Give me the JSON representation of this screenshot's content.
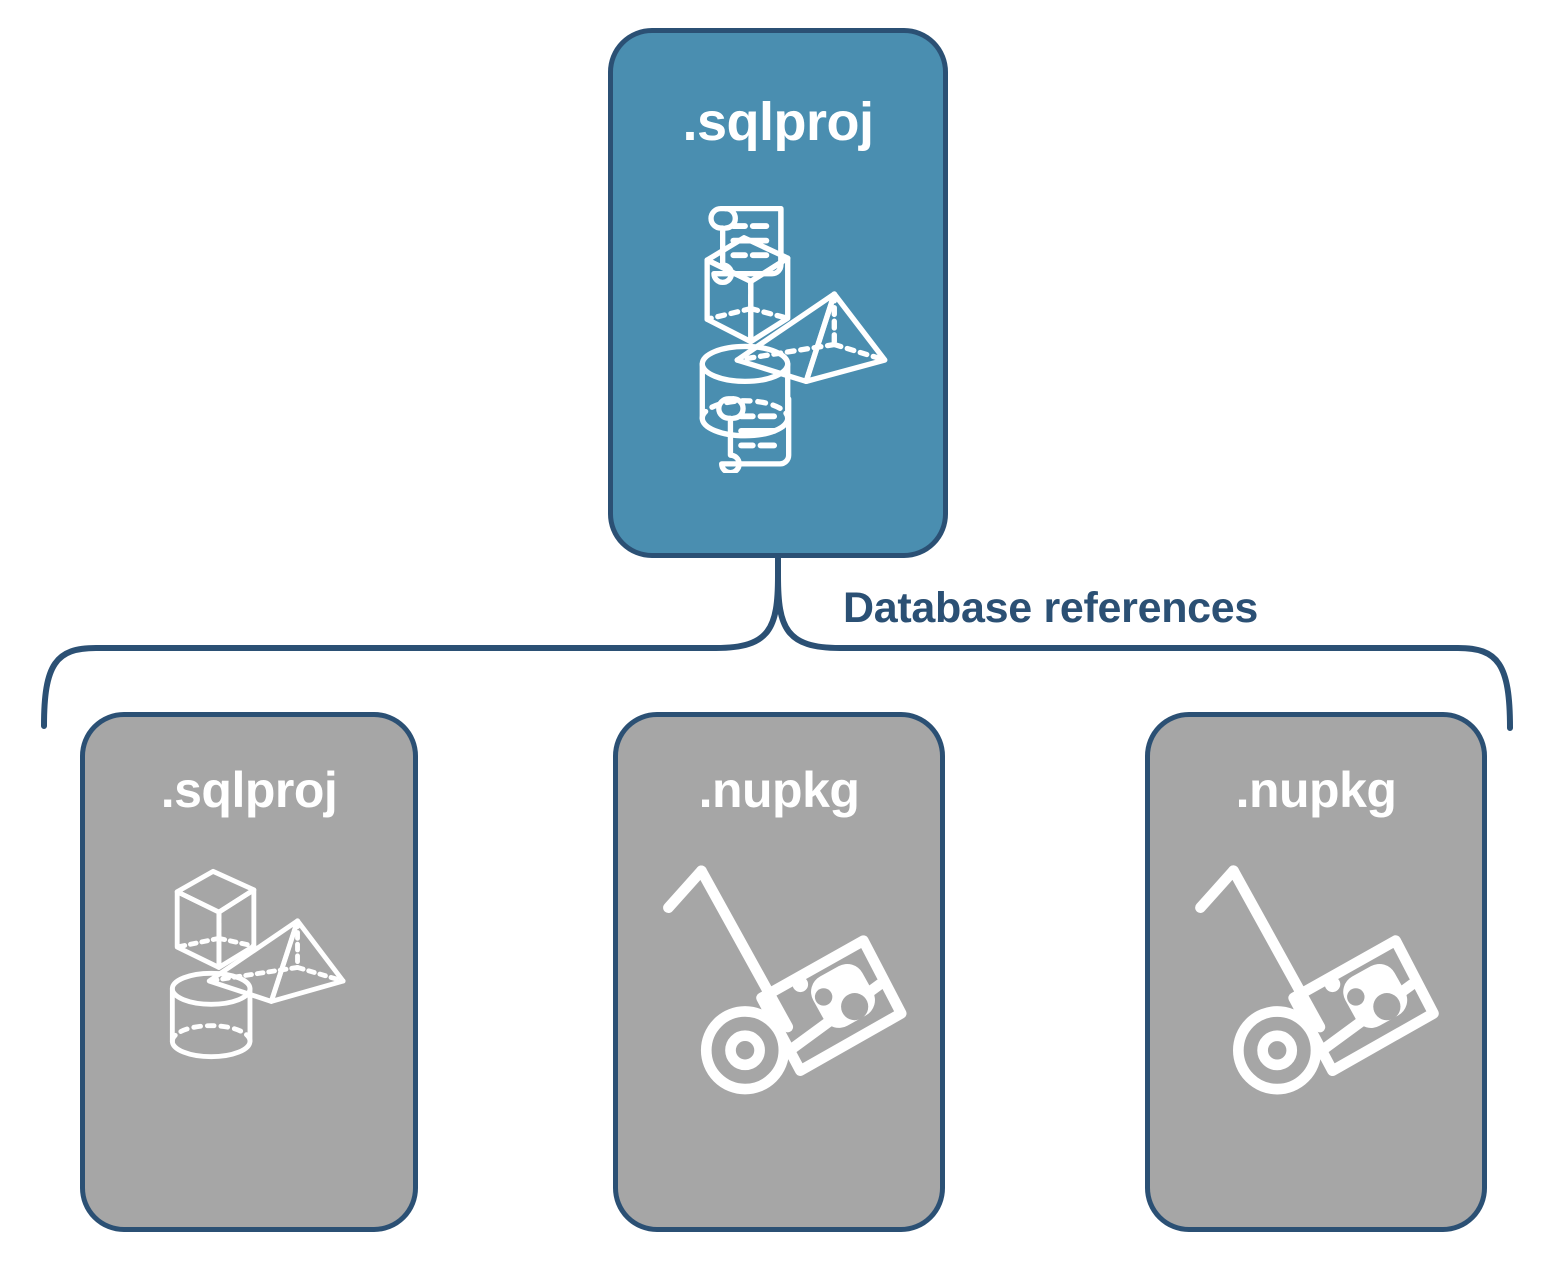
{
  "diagram": {
    "title_text": "Database references",
    "colors": {
      "accent_blue": "#4A8EB0",
      "border_dark": "#2B5074",
      "node_gray": "#A6A6A6",
      "icon_white": "#FFFFFF",
      "background": "#FFFFFF"
    },
    "root_node": {
      "label": ".sqlproj",
      "fill": "#4A8EB0",
      "icons": [
        "cube-icon",
        "scroll-icon",
        "pyramid-icon",
        "cylinder-icon",
        "scroll-icon"
      ]
    },
    "connector": {
      "label": "Database references",
      "style": "curly-brace",
      "branch_count": 3
    },
    "child_nodes": [
      {
        "label": ".sqlproj",
        "fill": "#A6A6A6",
        "icons": [
          "cube-icon",
          "pyramid-icon",
          "cylinder-icon"
        ]
      },
      {
        "label": ".nupkg",
        "fill": "#A6A6A6",
        "icons": [
          "hand-truck-package-icon"
        ]
      },
      {
        "label": ".nupkg",
        "fill": "#A6A6A6",
        "icons": [
          "hand-truck-package-icon"
        ]
      }
    ]
  }
}
